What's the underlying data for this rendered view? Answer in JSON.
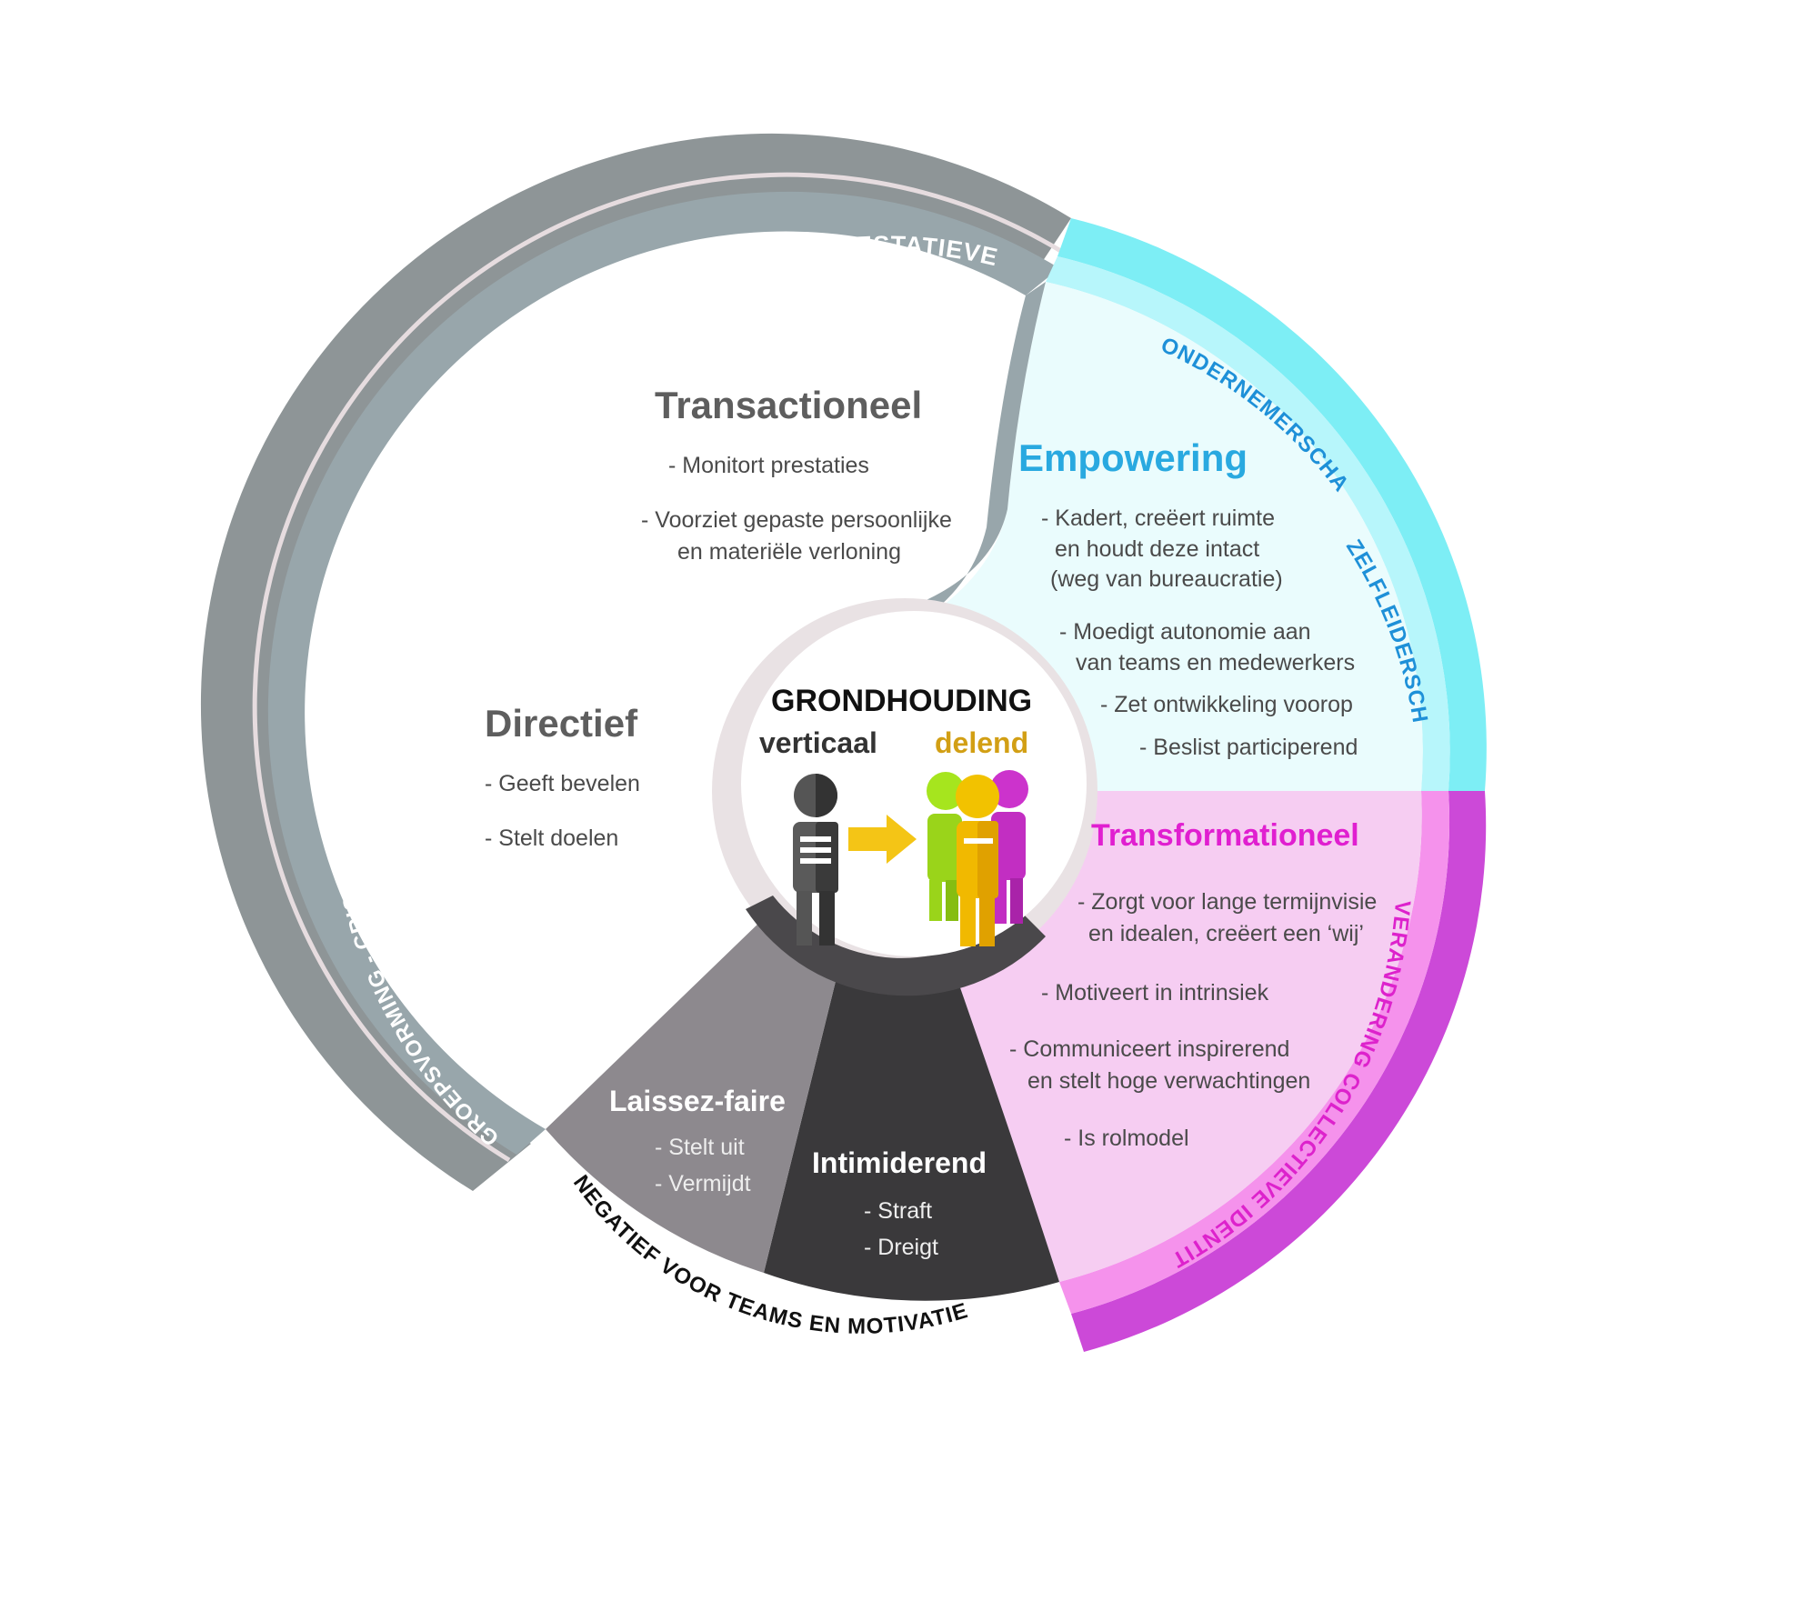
{
  "center": {
    "title": "GRONDHOUDING",
    "left_label": "verticaal",
    "right_label": "delend"
  },
  "sectors": {
    "transactioneel": {
      "title": "Transactioneel",
      "items": [
        "- Monitort prestaties",
        "- Voorziet gepaste persoonlijke",
        "en materiële verloning"
      ]
    },
    "empowering": {
      "title": "Empowering",
      "items": [
        "- Kadert, creëert ruimte",
        "en houdt deze intact",
        "(weg van bureaucratie)",
        "- Moedigt autonomie aan",
        "van teams en medewerkers",
        "- Zet ontwikkeling voorop",
        "- Beslist participerend"
      ]
    },
    "directief": {
      "title": "Directief",
      "items": [
        "- Geeft bevelen",
        "- Stelt doelen"
      ]
    },
    "transformationeel": {
      "title": "Transformationeel",
      "items": [
        "- Zorgt voor lange termijnvisie",
        "en idealen, creëert een ‘wij’",
        "- Motiveert in intrinsiek",
        "- Communiceert inspirerend",
        "en stelt hoge verwachtingen",
        "- Is rolmodel"
      ]
    },
    "laissez_faire": {
      "title": "Laissez-faire",
      "items": [
        "- Stelt uit",
        "- Vermijdt"
      ]
    },
    "intimiderend": {
      "title": "Intimiderend",
      "items": [
        "- Straft",
        "- Dreigt"
      ]
    }
  },
  "ring_labels": {
    "top": "TRANSPARANTIE - FAIRE PRESTATIEVERLONING",
    "left": "GROEPSVORMING - CRISISSITUATIES - ONERVAREN MEDEWERKERS",
    "cyan_outer": "ONDERNEMERSCHAP",
    "cyan_inner": "ZELFLEIDERSCHAP",
    "magenta": "VERANDERING COLLECTIEVE IDENTITEIT",
    "bottom": "NEGATIEF VOOR TEAMS EN MOTIVATIE"
  },
  "colors": {
    "gray_ring": "#8e9597",
    "gray_ring_inner": "#98a6ab",
    "cyan": "#7deef5",
    "cyan_light": "#b7f6fb",
    "cyan_fill": "#eafcfd",
    "magenta": "#cc49d8",
    "magenta_light": "#f592ec",
    "pink_fill": "#f6cdf2",
    "laissez_fill": "#8d898e",
    "intimiderend_fill": "#3a393b",
    "title_gray": "#5e5e5e",
    "title_blue": "#29a9e0",
    "title_magenta": "#e01fd0",
    "arrow_yellow": "#f4c516",
    "delend_orange": "#d29f14"
  }
}
